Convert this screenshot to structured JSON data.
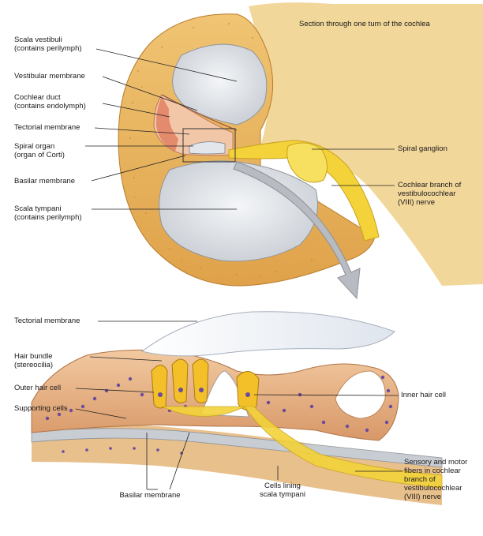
{
  "title": "Section through one turn of the cochlea",
  "top_labels": {
    "scala_vestibuli": "Scala vestibuli\n(contains perilymph)",
    "vestibular_membrane": "Vestibular membrane",
    "cochlear_duct": "Cochlear duct\n(contains endolymph)",
    "tectorial_membrane": "Tectorial membrane",
    "spiral_organ": "Spiral organ\n(organ of Corti)",
    "basilar_membrane": "Basilar membrane",
    "scala_tympani": "Scala tympani\n(contains perilymph)",
    "spiral_ganglion": "Spiral ganglion",
    "cochlear_branch": "Cochlear branch of\nvestibulocochlear\n(VIII) nerve"
  },
  "bottom_labels": {
    "tectorial_membrane": "Tectorial membrane",
    "hair_bundle": "Hair bundle\n(stereocilia)",
    "outer_hair_cell": "Outer hair cell",
    "supporting_cells": "Supporting cells",
    "inner_hair_cell": "Inner hair cell",
    "sensory_motor_fibers": "Sensory and motor\nfibers in cochlear\nbranch of\nvestibulocochlear\n(VIII) nerve",
    "basilar_membrane": "Basilar membrane",
    "cells_lining": "Cells lining\nscala tympani"
  },
  "colors": {
    "bone": "#e8b25a",
    "bone_dark": "#c98a30",
    "perilymph": "#d9dde2",
    "endolymph": "#f2c7a8",
    "nerve": "#f3d23a",
    "tissue": "#e7b488",
    "membrane": "#e9edf3",
    "arrow": "#b8bcc2",
    "nucleus": "#6a4ba0"
  }
}
